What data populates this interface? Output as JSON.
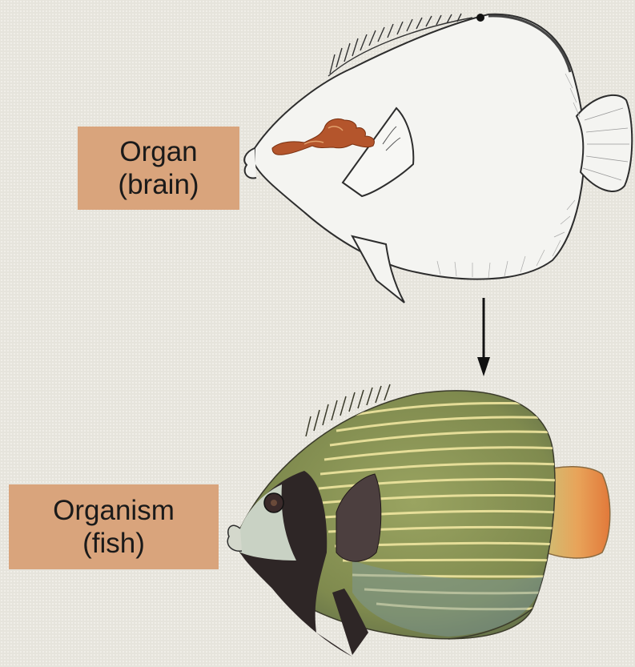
{
  "labels": {
    "organ": {
      "line1": "Organ",
      "line2": "(brain)"
    },
    "organism": {
      "line1": "Organism",
      "line2": "(fish)"
    }
  },
  "illustrations": {
    "top": "white-fish-outline-with-brain",
    "bottom": "emperor-angelfish-striped"
  },
  "colors": {
    "background": "#e6e4dc",
    "label_fill": "#d9a47c",
    "brain": "#b4552c",
    "fish_body": "#8f9a55",
    "fish_stripes": "#f0e6a0",
    "fish_dark": "#2e2626",
    "tail": "#e59856"
  }
}
